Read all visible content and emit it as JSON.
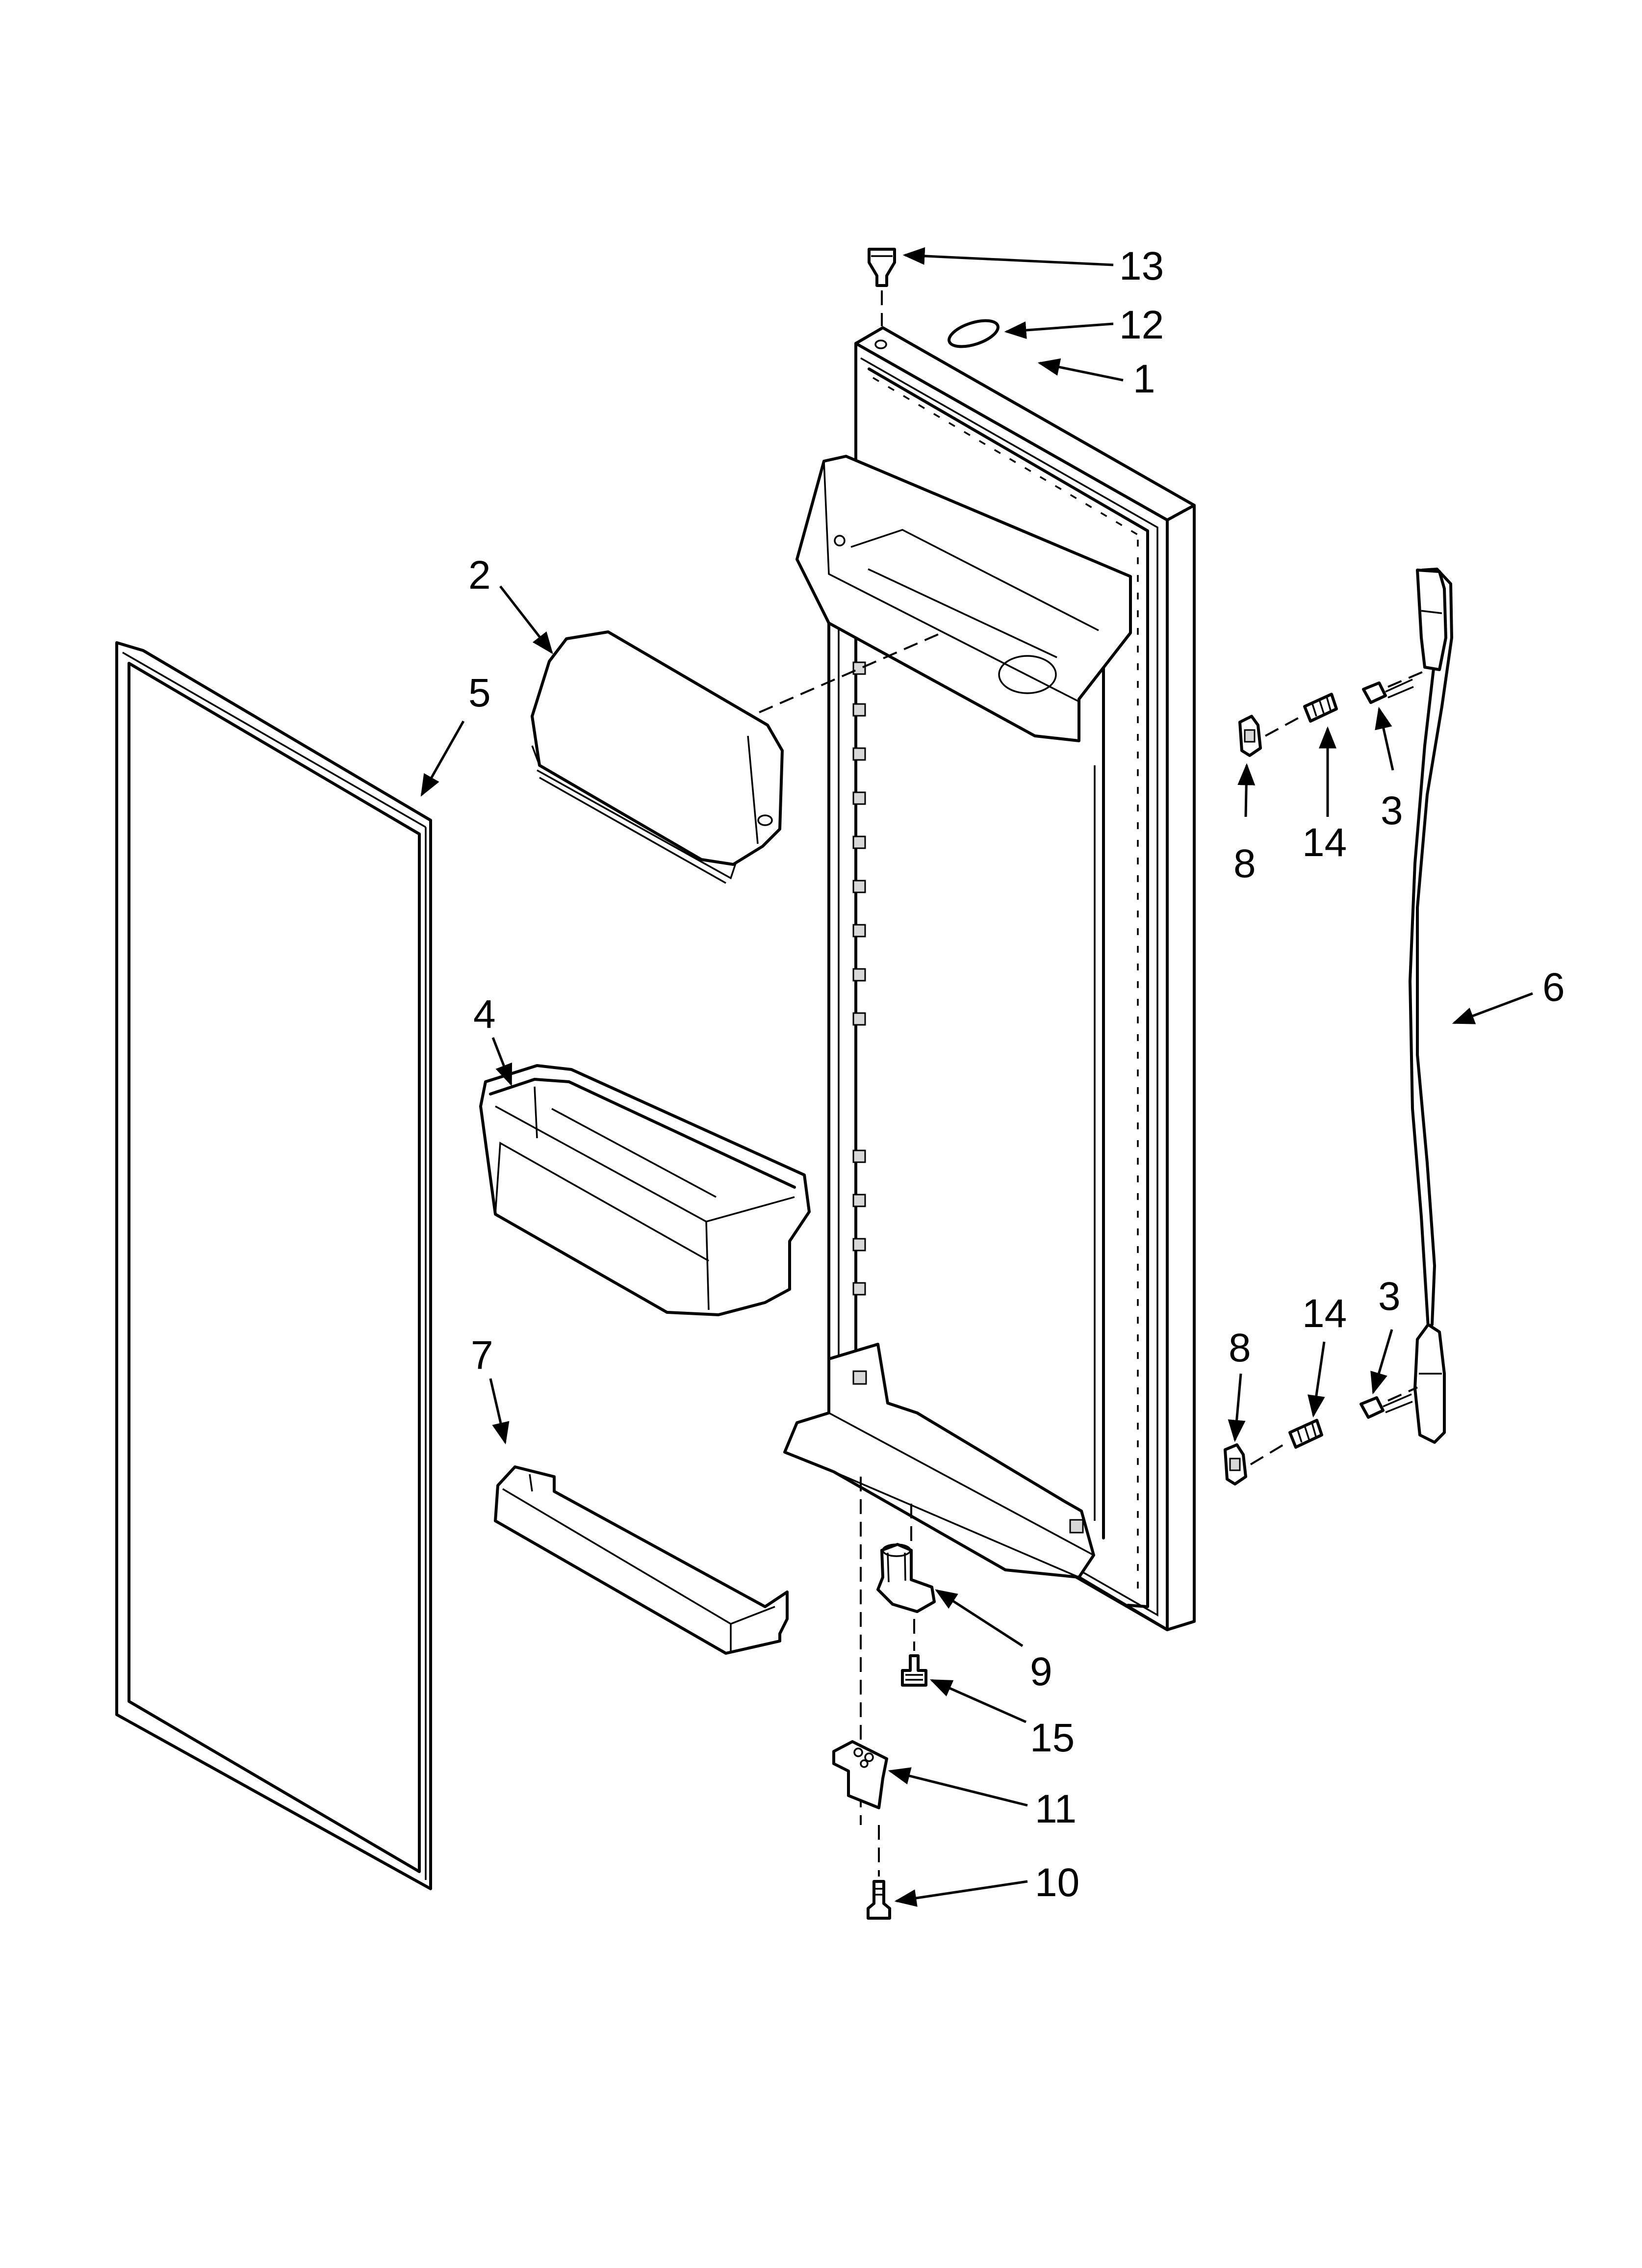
{
  "callouts": {
    "c13": "13",
    "c12": "12",
    "c1": "1",
    "c2": "2",
    "c5": "5",
    "c8_top": "8",
    "c14_top": "14",
    "c3_top": "3",
    "c6": "6",
    "c4": "4",
    "c7": "7",
    "c8_bottom": "8",
    "c14_bottom": "14",
    "c3_bottom": "3",
    "c9": "9",
    "c15": "15",
    "c11": "11",
    "c10": "10"
  }
}
